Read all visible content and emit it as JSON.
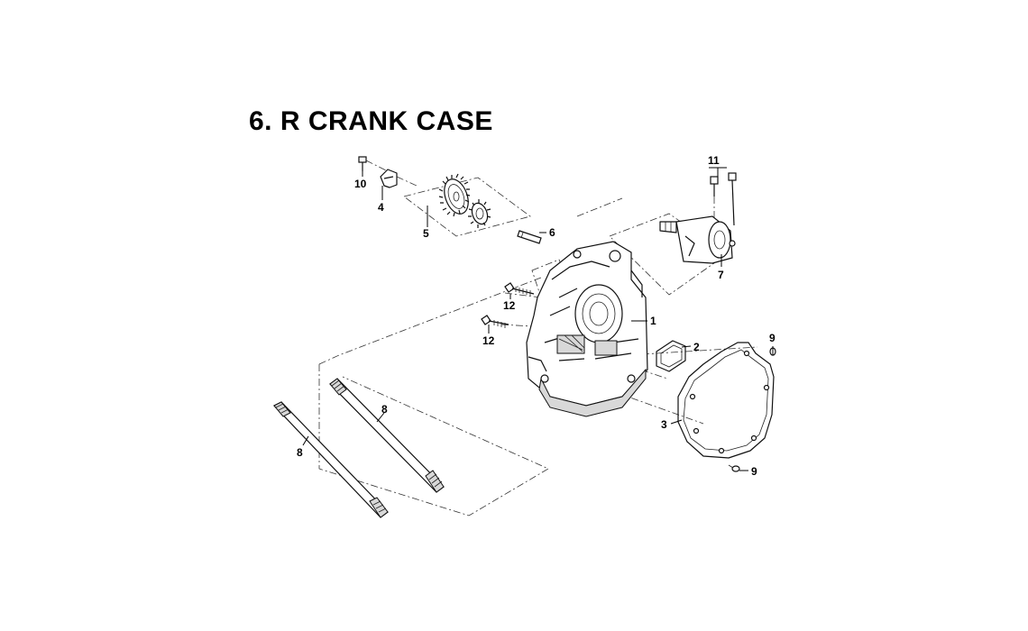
{
  "title": "6. R CRANK CASE",
  "callouts": {
    "p1": "1",
    "p2": "2",
    "p3": "3",
    "p4": "4",
    "p5": "5",
    "p6": "6",
    "p7": "7",
    "p8a": "8",
    "p8b": "8",
    "p9a": "9",
    "p9b": "9",
    "p10": "10",
    "p11": "11",
    "p12a": "12",
    "p12b": "12"
  },
  "colors": {
    "line": "#111111",
    "background": "#ffffff"
  }
}
